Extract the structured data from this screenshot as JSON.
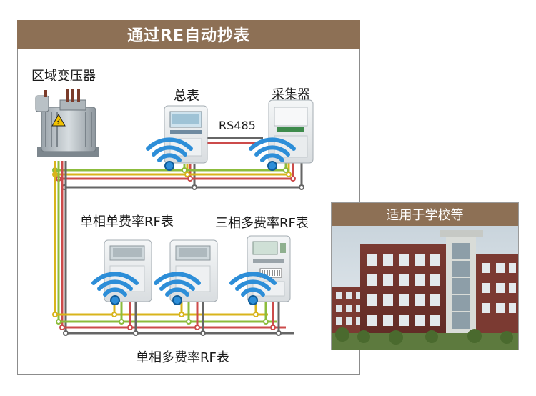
{
  "title": "通过RE自动抄表",
  "labels": {
    "transformer": "区域变压器",
    "master_meter": "总表",
    "collector": "采集器",
    "rs485": "RS485",
    "single_phase_meter": "单相单费率RF表",
    "three_phase_meter": "三相多费率RF表",
    "multi_rate_meter": "单相多费率RF表"
  },
  "application": {
    "title": "适用于学校等"
  },
  "wire_colors": {
    "yellow": "#d8b41c",
    "green": "#8cbc3c",
    "red": "#cc4b4b",
    "gray": "#666666"
  },
  "accent": {
    "header_bg": "#8d7055",
    "wireless_blue": "#2d8ed8"
  }
}
